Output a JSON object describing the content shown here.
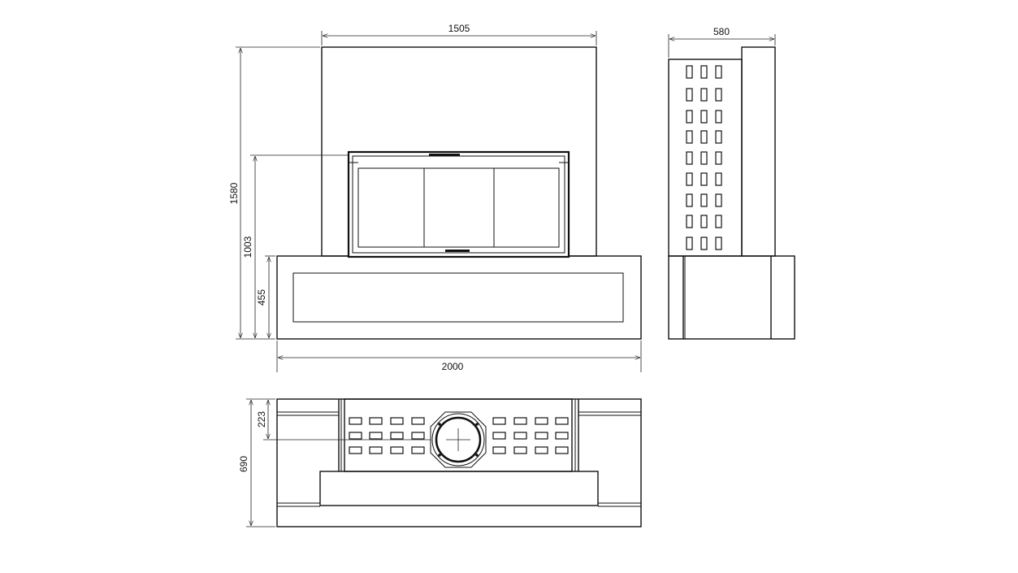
{
  "drawing": {
    "dimensions": {
      "front_top_width": "1505",
      "side_depth": "580",
      "total_height": "1580",
      "firebox_top_height": "1003",
      "base_height": "455",
      "base_width": "2000",
      "plan_offset": "223",
      "plan_depth": "690"
    }
  }
}
